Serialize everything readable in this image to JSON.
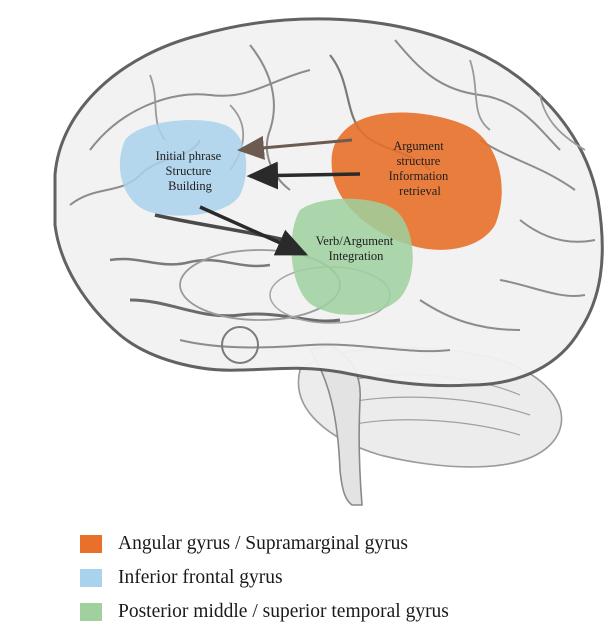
{
  "regions": [
    {
      "id": "frontal",
      "lines": [
        "Initial phrase",
        "Structure",
        "Building"
      ],
      "color": "#a9d2ec"
    },
    {
      "id": "angular",
      "lines": [
        "Argument",
        "structure",
        "Information",
        "retrieval"
      ],
      "color": "#e8702a"
    },
    {
      "id": "temporal",
      "lines": [
        "Verb/Argument",
        "Integration"
      ],
      "color": "#9fd09e"
    }
  ],
  "legend": [
    {
      "label": "Angular gyrus / Supramarginal gyrus",
      "color": "#e8702a"
    },
    {
      "label": "Inferior frontal gyrus",
      "color": "#a9d2ec"
    },
    {
      "label": "Posterior middle / superior temporal gyrus",
      "color": "#9fd09e"
    }
  ]
}
